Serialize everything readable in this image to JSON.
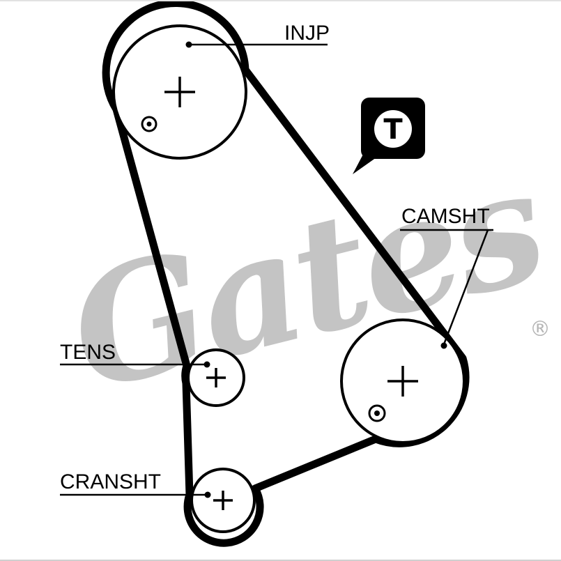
{
  "diagram": {
    "type": "timing-belt-routing",
    "labels": {
      "injp": "INJP",
      "camsht": "CAMSHT",
      "tens": "TENS",
      "cransht": "CRANSHT"
    },
    "timing_mark": "T",
    "watermark": {
      "brand": "Gates",
      "registered_symbol": "®"
    },
    "colors": {
      "belt": "#000000",
      "outline": "#000000",
      "watermark": "#c4c4c4",
      "background": "#ffffff"
    }
  }
}
